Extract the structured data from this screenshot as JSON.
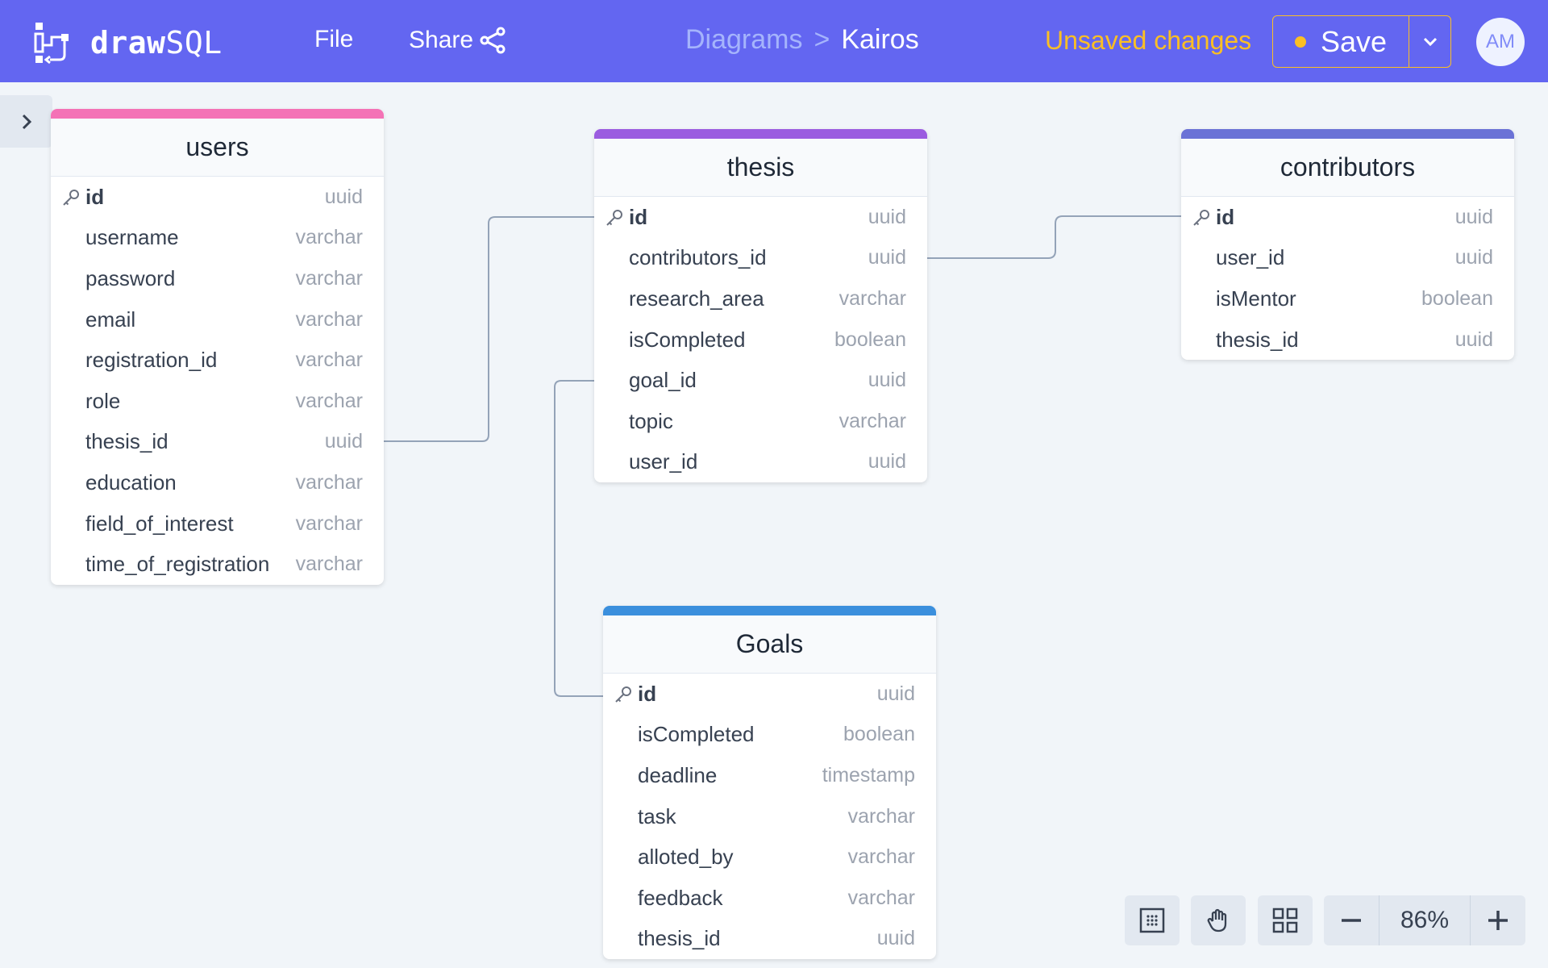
{
  "header": {
    "logo_bold": "draw",
    "logo_light": "SQL",
    "menu": {
      "file": "File",
      "share": "Share"
    },
    "breadcrumb": {
      "parent": "Diagrams",
      "separator": ">",
      "current": "Kairos"
    },
    "unsaved_text": "Unsaved changes",
    "save_label": "Save",
    "avatar_initials": "AM"
  },
  "colors": {
    "topbar": "#6366f1",
    "unsaved": "#fbbf24",
    "users_accent": "#f472b6",
    "thesis_accent": "#9b5ce0",
    "contributors_accent": "#6b72d6",
    "goals_accent": "#3b8fdd"
  },
  "tables": {
    "users": {
      "name": "users",
      "columns": [
        {
          "name": "id",
          "type": "uuid",
          "pk": true
        },
        {
          "name": "username",
          "type": "varchar"
        },
        {
          "name": "password",
          "type": "varchar"
        },
        {
          "name": "email",
          "type": "varchar"
        },
        {
          "name": "registration_id",
          "type": "varchar"
        },
        {
          "name": "role",
          "type": "varchar"
        },
        {
          "name": "thesis_id",
          "type": "uuid"
        },
        {
          "name": "education",
          "type": "varchar"
        },
        {
          "name": "field_of_interest",
          "type": "varchar"
        },
        {
          "name": "time_of_registration",
          "type": "varchar"
        }
      ]
    },
    "thesis": {
      "name": "thesis",
      "columns": [
        {
          "name": "id",
          "type": "uuid",
          "pk": true
        },
        {
          "name": "contributors_id",
          "type": "uuid"
        },
        {
          "name": "research_area",
          "type": "varchar"
        },
        {
          "name": "isCompleted",
          "type": "boolean"
        },
        {
          "name": "goal_id",
          "type": "uuid"
        },
        {
          "name": "topic",
          "type": "varchar"
        },
        {
          "name": "user_id",
          "type": "uuid"
        }
      ]
    },
    "contributors": {
      "name": "contributors",
      "columns": [
        {
          "name": "id",
          "type": "uuid",
          "pk": true
        },
        {
          "name": "user_id",
          "type": "uuid"
        },
        {
          "name": "isMentor",
          "type": "boolean"
        },
        {
          "name": "thesis_id",
          "type": "uuid"
        }
      ]
    },
    "goals": {
      "name": "Goals",
      "columns": [
        {
          "name": "id",
          "type": "uuid",
          "pk": true
        },
        {
          "name": "isCompleted",
          "type": "boolean"
        },
        {
          "name": "deadline",
          "type": "timestamp"
        },
        {
          "name": "task",
          "type": "varchar"
        },
        {
          "name": "alloted_by",
          "type": "varchar"
        },
        {
          "name": "feedback",
          "type": "varchar"
        },
        {
          "name": "thesis_id",
          "type": "uuid"
        }
      ]
    }
  },
  "toolbar": {
    "icons": [
      "grid-snap-icon",
      "hand-pan-icon",
      "auto-arrange-icon"
    ],
    "zoom": "86%"
  }
}
